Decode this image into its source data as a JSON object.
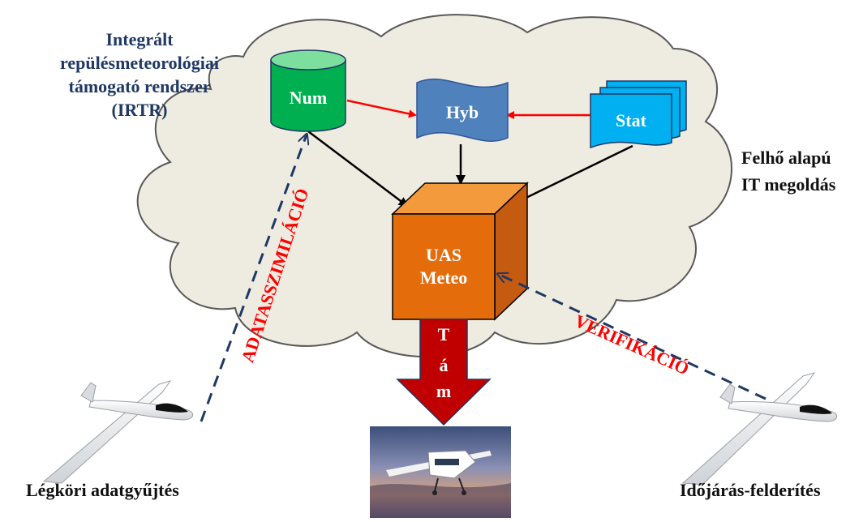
{
  "system_title": {
    "line1": "Integrált",
    "line2": "repülésmeteorológiai",
    "line3": "támogató rendszer",
    "line4": "(IRTR)"
  },
  "cloud_label": {
    "line1": "Felhő alapú",
    "line2": "IT megoldás"
  },
  "nodes": {
    "num": "Num",
    "hyb": "Hyb",
    "stat": "Stat",
    "uas_line1": "UAS",
    "uas_line2": "Meteo"
  },
  "support_arrow": {
    "letter1": "T",
    "letter2": "á",
    "letter3": "m"
  },
  "flows": {
    "assimilation": "ADATASSZIMILÁCIÓ",
    "verification": "VERIFIKÁCIÓ"
  },
  "bottom_labels": {
    "left": "Légköri adatgyűjtés",
    "right": "Időjárás-felderítés"
  },
  "colors": {
    "title_text": "#1f3864",
    "flow_text": "#ff0000",
    "num_fill": "#00b050",
    "hyb_fill": "#4f81bd",
    "stat_fill": "#00b0f0",
    "uas_fill": "#e46c0a",
    "support_arrow": "#c00000",
    "cloud_fill": "#eeece1",
    "dashed_line": "#1f3864"
  }
}
